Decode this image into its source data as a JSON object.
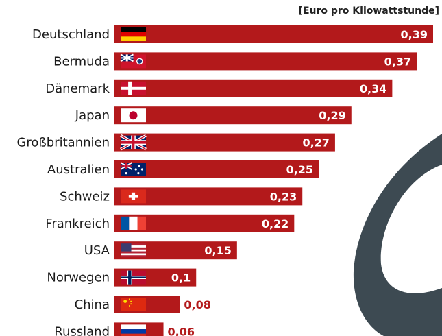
{
  "colors": {
    "bar": "#b3191b",
    "decoration": "#3d4a52",
    "text": "#1a1a1a",
    "value_label": "#ffffff"
  },
  "chart_data": {
    "type": "bar",
    "orientation": "horizontal",
    "unit_label": "[Euro pro Kilowattstunde]",
    "categories": [
      "Deutschland",
      "Bermuda",
      "Dänemark",
      "Japan",
      "Großbritannien",
      "Australien",
      "Schweiz",
      "Frankreich",
      "USA",
      "Norwegen",
      "China",
      "Russland"
    ],
    "values": [
      0.39,
      0.37,
      0.34,
      0.29,
      0.27,
      0.25,
      0.23,
      0.22,
      0.15,
      0.1,
      0.08,
      0.06
    ],
    "value_labels": [
      "0,39",
      "0,37",
      "0,34",
      "0,29",
      "0,27",
      "0,25",
      "0,23",
      "0,22",
      "0,15",
      "0,1",
      "0,08",
      "0,06"
    ],
    "flag_icons": [
      "germany-flag-icon",
      "bermuda-flag-icon",
      "denmark-flag-icon",
      "japan-flag-icon",
      "uk-flag-icon",
      "australia-flag-icon",
      "switzerland-flag-icon",
      "france-flag-icon",
      "usa-flag-icon",
      "norway-flag-icon",
      "china-flag-icon",
      "russia-flag-icon"
    ],
    "xlim": [
      0,
      0.39
    ],
    "grid": false,
    "legend": "none"
  }
}
